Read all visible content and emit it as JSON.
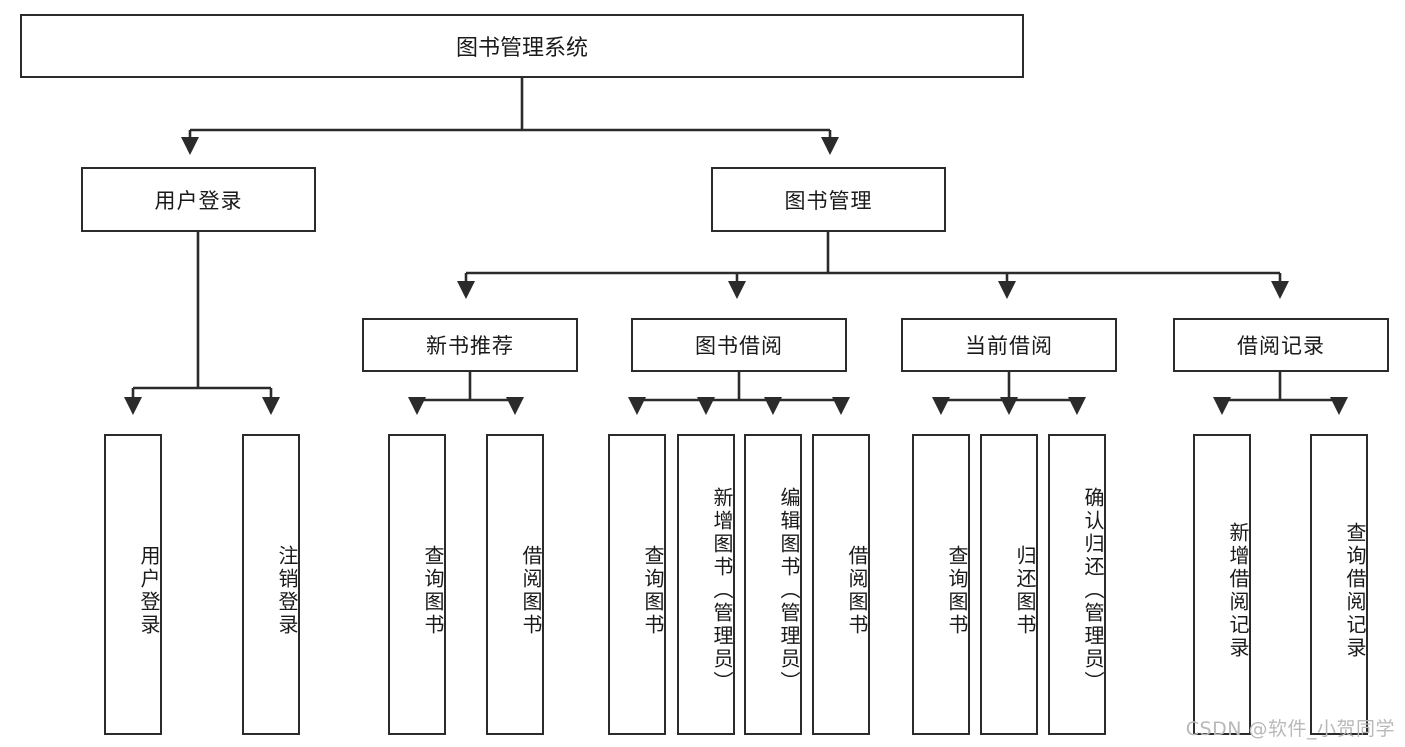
{
  "diagram": {
    "title": "图书管理系统",
    "type": "hierarchy-tree",
    "watermark": "CSDN @软件_小贺同学",
    "colors": {
      "stroke": "#2b2b2b",
      "fill": "#ffffff",
      "text": "#1a1a1a",
      "watermark": "#b9b9b9"
    },
    "nodes": {
      "root": {
        "label": "图书管理系统"
      },
      "level2": [
        {
          "id": "user-login",
          "label": "用户登录"
        },
        {
          "id": "book-management",
          "label": "图书管理"
        }
      ],
      "level3": [
        {
          "id": "new-book-recommend",
          "label": "新书推荐"
        },
        {
          "id": "book-borrow",
          "label": "图书借阅"
        },
        {
          "id": "current-borrow",
          "label": "当前借阅"
        },
        {
          "id": "borrow-record",
          "label": "借阅记录"
        }
      ],
      "leaves": {
        "user-login": [
          {
            "id": "leaf-user-login",
            "label": "用户登录"
          },
          {
            "id": "leaf-logout-login",
            "label": "注销登录"
          }
        ],
        "new-book-recommend": [
          {
            "id": "leaf-query-book-1",
            "label": "查询图书"
          },
          {
            "id": "leaf-borrow-book-1",
            "label": "借阅图书"
          }
        ],
        "book-borrow": [
          {
            "id": "leaf-query-book-2",
            "label": "查询图书"
          },
          {
            "id": "leaf-add-book",
            "label": "新增图书（管理员）"
          },
          {
            "id": "leaf-edit-book",
            "label": "编辑图书（管理员）"
          },
          {
            "id": "leaf-borrow-book-2",
            "label": "借阅图书"
          }
        ],
        "current-borrow": [
          {
            "id": "leaf-query-book-3",
            "label": "查询图书"
          },
          {
            "id": "leaf-return-book",
            "label": "归还图书"
          },
          {
            "id": "leaf-confirm-return",
            "label": "确认归还（管理员）"
          }
        ],
        "borrow-record": [
          {
            "id": "leaf-add-record",
            "label": "新增借阅记录"
          },
          {
            "id": "leaf-query-record",
            "label": "查询借阅记录"
          }
        ]
      }
    }
  }
}
